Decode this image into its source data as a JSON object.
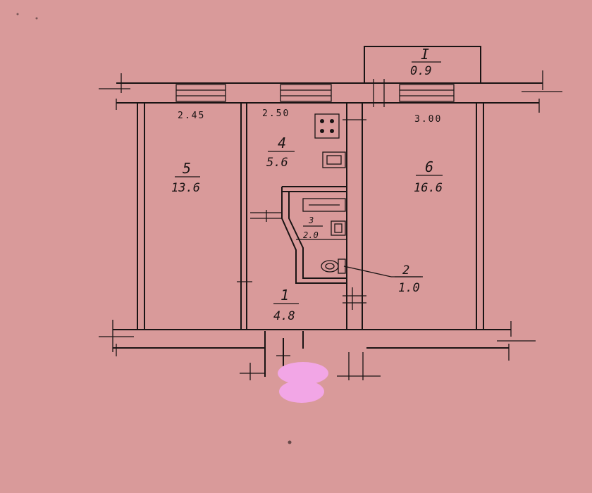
{
  "rooms": [
    {
      "id": "I",
      "number": "I",
      "area": "0.9"
    },
    {
      "id": "5",
      "number": "5",
      "area": "13.6"
    },
    {
      "id": "4",
      "number": "4",
      "area": "5.6"
    },
    {
      "id": "6",
      "number": "6",
      "area": "16.6"
    },
    {
      "id": "3",
      "number": "3",
      "area": "2.0"
    },
    {
      "id": "2",
      "number": "2",
      "area": "1.0"
    },
    {
      "id": "1",
      "number": "1",
      "area": "4.8"
    }
  ],
  "dimensions": {
    "left": "2.45",
    "middle": "2.50",
    "right": "3.00"
  },
  "colors": {
    "paper": "#d99a9a",
    "ink": "#1a1414",
    "redaction": "#f2a6e6"
  },
  "icons": {
    "stove": "stove-icon",
    "sink": "sink-icon",
    "bathtub": "bathtub-icon",
    "toilet": "toilet-icon",
    "radiator": "radiator-icon"
  }
}
